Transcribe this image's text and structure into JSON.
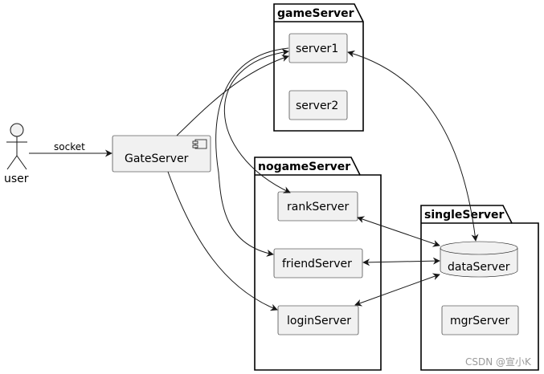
{
  "actor": {
    "label": "user"
  },
  "edge_labels": {
    "socket": "socket"
  },
  "packages": {
    "game": {
      "title": "gameServer"
    },
    "nogame": {
      "title": "nogameServer"
    },
    "single": {
      "title": "singleServer"
    }
  },
  "nodes": {
    "gate": "GateServer",
    "server1": "server1",
    "server2": "server2",
    "rank": "rankServer",
    "friend": "friendServer",
    "login": "loginServer",
    "data": "dataServer",
    "mgr": "mgrServer"
  },
  "watermark": "CSDN @宣小K"
}
